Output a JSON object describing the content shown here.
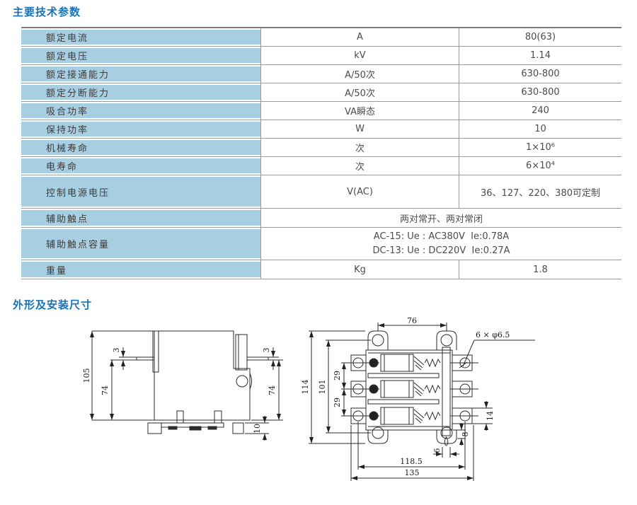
{
  "page": {
    "section1_title": "主要技术参数",
    "section2_title": "外形及安装尺寸"
  },
  "colors": {
    "accent_row": "#a8cee1",
    "title_blue": "#1673b8"
  },
  "table": {
    "rows": [
      {
        "param": "额定电流",
        "unit": "A",
        "value": "80(63)"
      },
      {
        "param": "额定电压",
        "unit": "kV",
        "value": "1.14"
      },
      {
        "param": "额定接通能力",
        "unit": "A/50次",
        "value": "630-800"
      },
      {
        "param": "额定分断能力",
        "unit": "A/50次",
        "value": "630-800"
      },
      {
        "param": "吸合功率",
        "unit": "VA瞬态",
        "value": "240"
      },
      {
        "param": "保持功率",
        "unit": "W",
        "value": "10"
      },
      {
        "param": "机械寿命",
        "unit": "次",
        "value": "1×10⁶"
      },
      {
        "param": "电寿命",
        "unit": "次",
        "value": "6×10⁴"
      },
      {
        "param": "控制电源电压",
        "unit": "V(AC)",
        "value": "36、127、220、380可定制"
      },
      {
        "param": "辅助触点",
        "merged_value": "两对常开、两对常闭"
      },
      {
        "param": "辅助触点容量",
        "merged_lines": [
          "AC-15: Ue : AC380V  Ie:0.78A",
          "DC-13: Ue : DC220V  Ie:0.27A"
        ]
      },
      {
        "param": "重量",
        "unit": "Kg",
        "value": "1.8"
      }
    ]
  },
  "drawings": {
    "side_view": {
      "overall_height": "105",
      "terminal_height_left": "74",
      "terminal_thickness_left": "3",
      "terminal_thickness_right": "3",
      "terminal_height_right": "74",
      "rail_height": "10"
    },
    "front_view": {
      "top_hole_spacing": "76",
      "hole_callout": "6 × φ6.5",
      "overall_height": "114",
      "mounting_hole_spacing": "101",
      "pole_pitch_upper": "29",
      "pole_pitch_lower": "29",
      "tab_height": "14",
      "bottom_gap": "8",
      "bar_width": "6",
      "mounting_width": "118.5",
      "overall_width": "135"
    }
  }
}
